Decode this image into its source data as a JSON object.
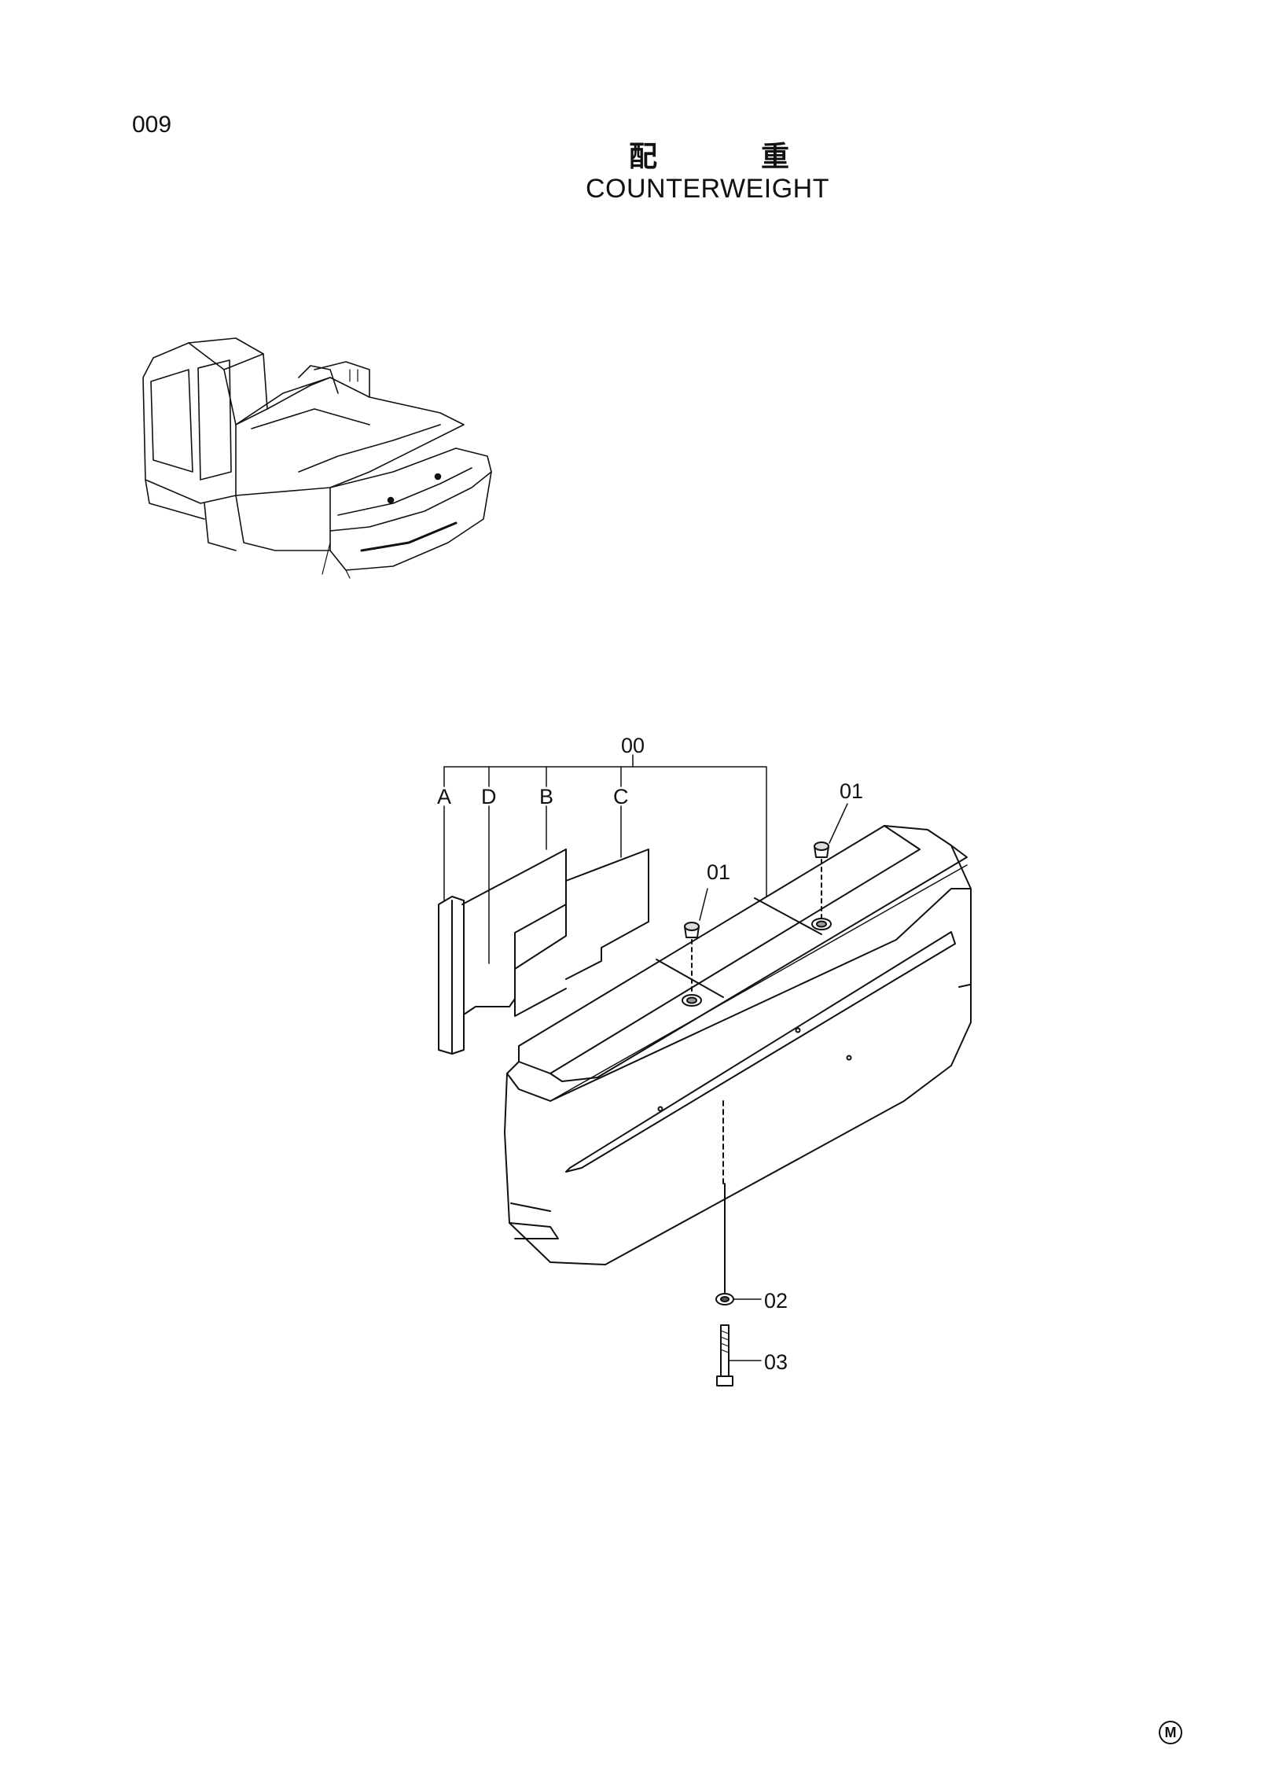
{
  "page_number": "009",
  "title": {
    "jp": "配　重",
    "en": "COUNTERWEIGHT"
  },
  "callouts": {
    "assembly": "00",
    "plate_a": "A",
    "plate_d": "D",
    "plate_b": "B",
    "plate_c": "C",
    "cap_left": "01",
    "cap_right": "01",
    "washer": "02",
    "bolt": "03"
  },
  "corner_mark": "M"
}
